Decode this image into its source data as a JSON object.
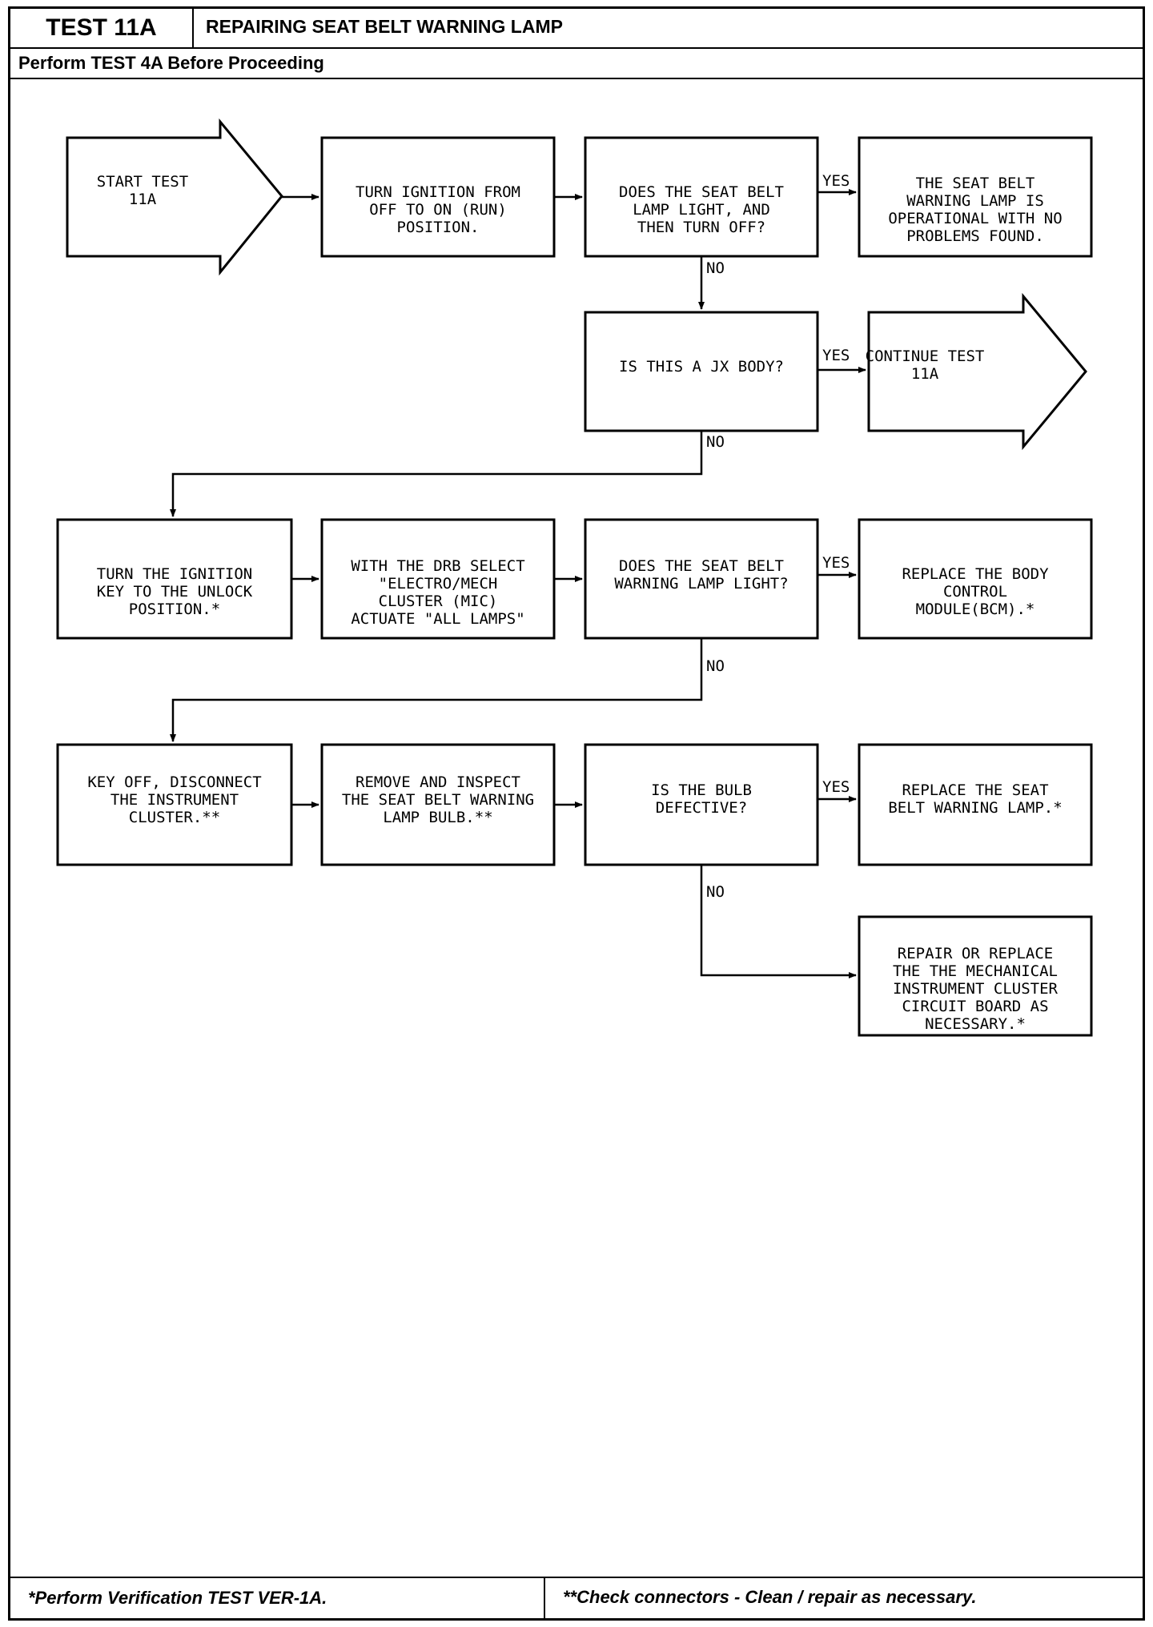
{
  "header": {
    "test_id": "TEST 11A",
    "title": "REPAIRING SEAT BELT WARNING LAMP",
    "prerequisite": "Perform TEST 4A Before Proceeding"
  },
  "flowchart": {
    "start": [
      "START TEST",
      "11A"
    ],
    "step_ignition_run": [
      "TURN IGNITION FROM",
      "OFF TO ON (RUN)",
      "POSITION."
    ],
    "q_lamp_light_off": [
      "DOES THE SEAT BELT",
      "LAMP LIGHT, AND",
      "THEN TURN OFF?"
    ],
    "result_operational": [
      "THE SEAT BELT",
      "WARNING LAMP IS",
      "OPERATIONAL WITH NO",
      "PROBLEMS FOUND."
    ],
    "q_jx_body": [
      "IS THIS A JX BODY?"
    ],
    "continue_test": [
      "CONTINUE TEST",
      "11A"
    ],
    "step_key_unlock": [
      "TURN THE IGNITION",
      "KEY TO THE UNLOCK",
      "POSITION.*"
    ],
    "step_drb_select": [
      "WITH THE DRB SELECT",
      "\"ELECTRO/MECH",
      "CLUSTER (MIC)",
      "ACTUATE \"ALL LAMPS\""
    ],
    "q_warning_lamp_light": [
      "DOES THE SEAT BELT",
      "WARNING LAMP LIGHT?"
    ],
    "result_replace_bcm": [
      "REPLACE THE BODY",
      "CONTROL",
      "MODULE(BCM).*"
    ],
    "step_disconnect_cluster": [
      "KEY OFF, DISCONNECT",
      "THE INSTRUMENT",
      "CLUSTER.**"
    ],
    "step_inspect_bulb": [
      "REMOVE AND INSPECT",
      "THE SEAT BELT WARNING",
      "LAMP BULB.**"
    ],
    "q_bulb_defective": [
      "IS THE BULB",
      "DEFECTIVE?"
    ],
    "result_replace_lamp": [
      "REPLACE THE SEAT",
      "BELT WARNING LAMP.*"
    ],
    "result_repair_board": [
      "REPAIR OR REPLACE",
      "THE THE MECHANICAL",
      "INSTRUMENT CLUSTER",
      "CIRCUIT BOARD AS",
      "NECESSARY.*"
    ],
    "yes_label": "YES",
    "no_label": "NO"
  },
  "footer": {
    "note_single": "*Perform Verification TEST VER-1A.",
    "note_double": "**Check connectors - Clean / repair as necessary."
  }
}
